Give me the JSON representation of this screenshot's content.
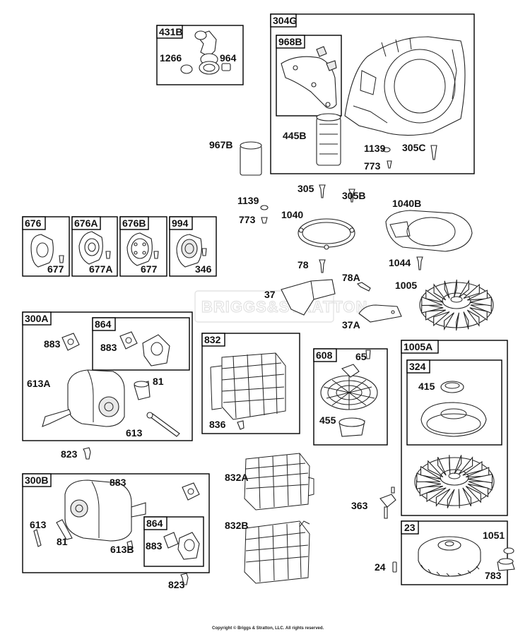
{
  "watermark": "BRIGGS&STRATTON",
  "copyright": "Copyright © Briggs & Stratton, LLC. All rights reserved.",
  "group_tags": {
    "g431B": "431B",
    "g304G": "304G",
    "g968B": "968B",
    "g676": "676",
    "g676A": "676A",
    "g676B": "676B",
    "g994": "994",
    "g300A": "300A",
    "g864a": "864",
    "g832": "832",
    "g608": "608",
    "g1005A": "1005A",
    "g324": "324",
    "g300B": "300B",
    "g864b": "864",
    "g23": "23"
  },
  "callouts": {
    "c1266": "1266",
    "c964": "964",
    "c445B": "445B",
    "c1139a": "1139",
    "c305C": "305C",
    "c773a": "773",
    "c967B": "967B",
    "c305": "305",
    "c305B": "305B",
    "c1139b": "1139",
    "c773b": "773",
    "c1040": "1040",
    "c1040B": "1040B",
    "c677a": "677",
    "c677A": "677A",
    "c677b": "677",
    "c346": "346",
    "c78": "78",
    "c1044": "1044",
    "c78A": "78A",
    "c1005": "1005",
    "c37": "37",
    "c37A": "37A",
    "c883a": "883",
    "c883b": "883",
    "c613A": "613A",
    "c81a": "81",
    "c613a": "613",
    "c823a": "823",
    "c65": "65",
    "c836": "836",
    "c455": "455",
    "c415": "415",
    "c883c": "883",
    "c613b": "613",
    "c81b": "81",
    "c613B": "613B",
    "c883d": "883",
    "c823b": "823",
    "c832A": "832A",
    "c832B": "832B",
    "c363": "363",
    "c1051": "1051",
    "c24": "24",
    "c783": "783"
  }
}
